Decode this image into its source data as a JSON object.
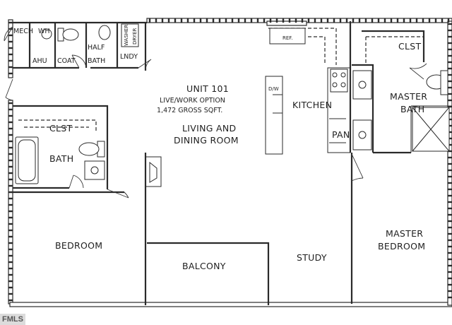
{
  "plan": {
    "unit_title": "UNIT 101",
    "unit_option": "LIVE/WORK OPTION",
    "unit_area": "1,472 GROSS SQFT.",
    "living_line1": "LIVING AND",
    "living_line2": "DINING ROOM"
  },
  "rooms": {
    "mech": "MECH",
    "wh": "WH",
    "ahu": "AHU",
    "coat": "COAT",
    "half_bath_line1": "HALF",
    "half_bath_line2": "BATH",
    "laundry": "LNDY",
    "washer": "WASHER",
    "dryer": "DRYER",
    "ref": "REF.",
    "dw": "D/W",
    "kitchen": "KITCHEN",
    "pan": "PAN",
    "clst_left": "CLST",
    "bath": "BATH",
    "bedroom": "BEDROOM",
    "balcony": "BALCONY",
    "study": "STUDY",
    "clst_master": "CLST",
    "master_bath_line1": "MASTER",
    "master_bath_line2": "BATH",
    "master_bedroom_line1": "MASTER",
    "master_bedroom_line2": "BEDROOM"
  },
  "watermark": "FMLS"
}
